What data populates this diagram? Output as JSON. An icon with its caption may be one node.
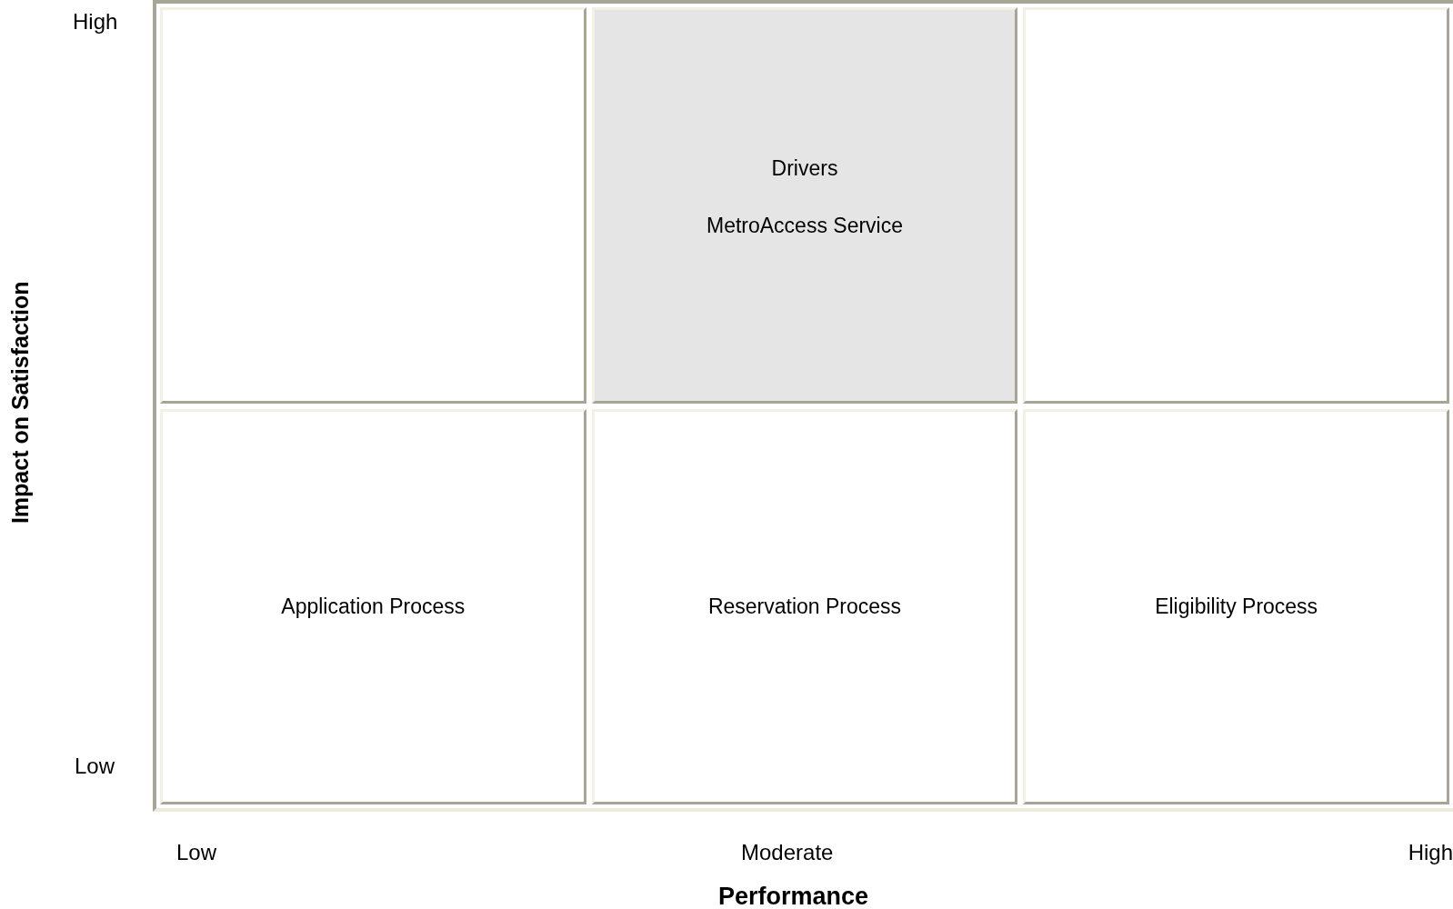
{
  "diagram": {
    "nodes": [
      {
        "text": [],
        "shape": "box"
      },
      {
        "text": [
          "Drivers",
          "MetroAccess Service"
        ]
      },
      {
        "text": [],
        "shape": "box"
      },
      {
        "text": [
          "Application Process"
        ]
      },
      {
        "text": [
          "Reservation Process"
        ]
      },
      {
        "text": [
          "Eligibility Process"
        ]
      }
    ],
    "labels": [
      "High",
      "Impact on Satisfaction",
      "Low",
      "Low",
      "Moderate",
      "High",
      "Performance"
    ]
  }
}
